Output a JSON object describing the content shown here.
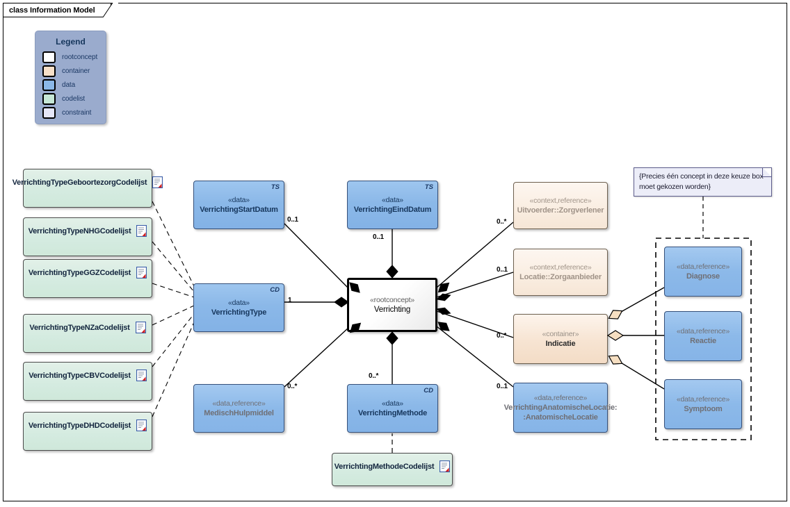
{
  "frame": {
    "tab_label": "class Information Model"
  },
  "legend": {
    "title": "Legend",
    "items": [
      {
        "label": "rootconcept",
        "color": "#ffffff"
      },
      {
        "label": "container",
        "color": "#f7e0c8"
      },
      {
        "label": "data",
        "color": "#8bb8e8"
      },
      {
        "label": "codelist",
        "color": "#c6e7d6"
      },
      {
        "label": "constraint",
        "color": "#e4e6f7"
      }
    ]
  },
  "nodes": {
    "root": {
      "stereotype": "«rootconcept»",
      "name": "Verrichting"
    },
    "start_datum": {
      "stereotype": "«data»",
      "name": "VerrichtingStartDatum",
      "tag": "TS"
    },
    "eind_datum": {
      "stereotype": "«data»",
      "name": "VerrichtingEindDatum",
      "tag": "TS"
    },
    "type": {
      "stereotype": "«data»",
      "name": "VerrichtingType",
      "tag": "CD"
    },
    "methode": {
      "stereotype": "«data»",
      "name": "VerrichtingMethode",
      "tag": "CD"
    },
    "hulpmiddel": {
      "stereotype": "«data,reference»",
      "name": "MedischHulpmiddel"
    },
    "uitvoerder": {
      "stereotype": "«context,reference»",
      "name": "Uitvoerder::Zorgverlener"
    },
    "locatie": {
      "stereotype": "«context,reference»",
      "name": "Locatie::Zorgaanbieder"
    },
    "indicatie": {
      "stereotype": "«container»",
      "name": "Indicatie"
    },
    "anatomische_locatie": {
      "stereotype": "«data,reference»",
      "name_line1": "VerrichtingAnatomischeLocatie:",
      "name_line2": ":AnatomischeLocatie"
    },
    "diagnose": {
      "stereotype": "«data,reference»",
      "name": "Diagnose"
    },
    "reactie": {
      "stereotype": "«data,reference»",
      "name": "Reactie"
    },
    "symptoom": {
      "stereotype": "«data,reference»",
      "name": "Symptoom"
    }
  },
  "codelists": [
    {
      "name": "VerrichtingTypeGeboortezorgCodelijst"
    },
    {
      "name": "VerrichtingTypeNHGCodelijst"
    },
    {
      "name": "VerrichtingTypeGGZCodelijst"
    },
    {
      "name": "VerrichtingTypeNZaCodelijst"
    },
    {
      "name": "VerrichtingTypeCBVCodelijst"
    },
    {
      "name": "VerrichtingTypeDHDCodelijst"
    }
  ],
  "methode_codelist": {
    "name": "VerrichtingMethodeCodelijst"
  },
  "note": {
    "text": "{Precies één concept in deze keuze box moet gekozen worden}"
  },
  "multiplicities": {
    "start_datum": "0..1",
    "eind_datum": "0..1",
    "type": "1",
    "hulpmiddel": "0..*",
    "methode": "0..*",
    "uitvoerder": "0..*",
    "locatie": "0..1",
    "indicatie": "0..*",
    "anatomische_locatie": "0..1"
  },
  "colors": {
    "data": "#8bb8e8",
    "container": "#f3dcc6",
    "codelist": "#d4ebe0",
    "constraint": "#ecedf8",
    "legend_bg": "#9aabcd",
    "line": "#000000"
  }
}
